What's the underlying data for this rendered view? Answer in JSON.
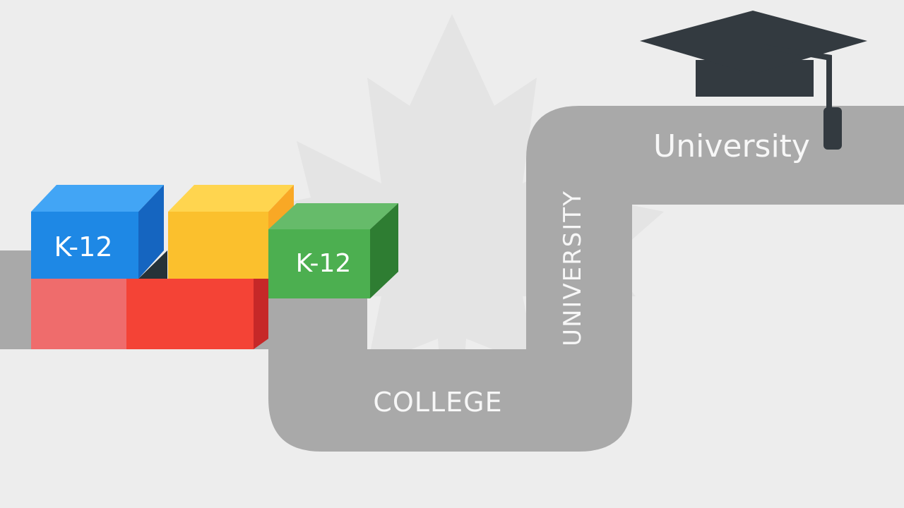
{
  "blocks": {
    "blue_label": "K-12",
    "green_label": "K-12"
  },
  "path": {
    "college_label": "COLLEGE",
    "vertical_label": "UNIVERSITY",
    "university_label": "University"
  },
  "icons": {
    "graduation_cap": "graduation-cap-icon",
    "maple_leaf": "maple-leaf-icon"
  },
  "colors": {
    "background": "#ededed",
    "road": "#a9a9a9",
    "blue": "#1e88e5",
    "yellow": "#fbc02d",
    "red": "#f44336",
    "green": "#4caf50",
    "cap": "#333a40"
  }
}
